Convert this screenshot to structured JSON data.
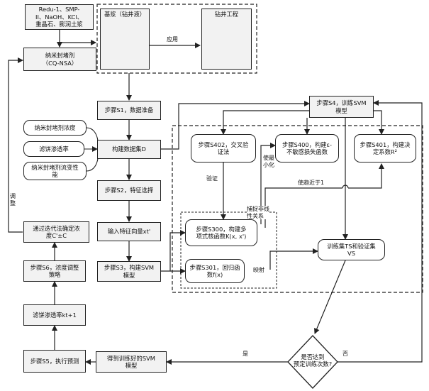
{
  "nodes": {
    "materials": "Redu-1、SMP-\nII、NaOH、KCl、\n重晶石、膨润土浆",
    "nano_agent": "纳米封堵剂\n（CQ-NSA）",
    "base_slurry": "基浆（钻井液）",
    "drilling": "钻井工程",
    "apply": "应用",
    "s1": "步骤S1，数据准备",
    "dataset": "构建数据集D",
    "conc": "纳米封堵剂浓度",
    "perm": "滤饼渗透率",
    "rheo": "纳米封堵剂流变性\n能",
    "s2": "步骤S2，特征选择",
    "input_vec": "输入特征向量xt'",
    "s3": "步骤S3，构建SVM\n模型",
    "s4": "步骤S4，训练SVM\n模型",
    "s402": "步骤S402，交叉验\n证法",
    "s400": "步骤S400，构建ε-\n不敏感损失函数",
    "s401": "步骤S401，构建决\n定系数R²",
    "s300": "步骤S300，构建多\n项式核函数K(x, x')",
    "s301": "步骤S301，回归函\n数f(x)",
    "trainset": "训练集TS和验证集\nVS",
    "decision": "是否达到\n预定训练次数?",
    "trained": "得到训练好的SVM\n模型",
    "s5": "步骤S5，执行预测",
    "cake": "滤饼渗透率kt+1",
    "s6": "步骤S6，浓度调整\n策略",
    "iter": "通过迭代法确定浓\n度C'±C"
  },
  "edge_labels": {
    "verify": "验证",
    "minimize": "使最\n小化",
    "approach": "使趋近于1",
    "capture": "捕捉非线\n性关系",
    "mapping": "映射",
    "yes": "是",
    "no": "否",
    "adjust": "调\n整"
  }
}
